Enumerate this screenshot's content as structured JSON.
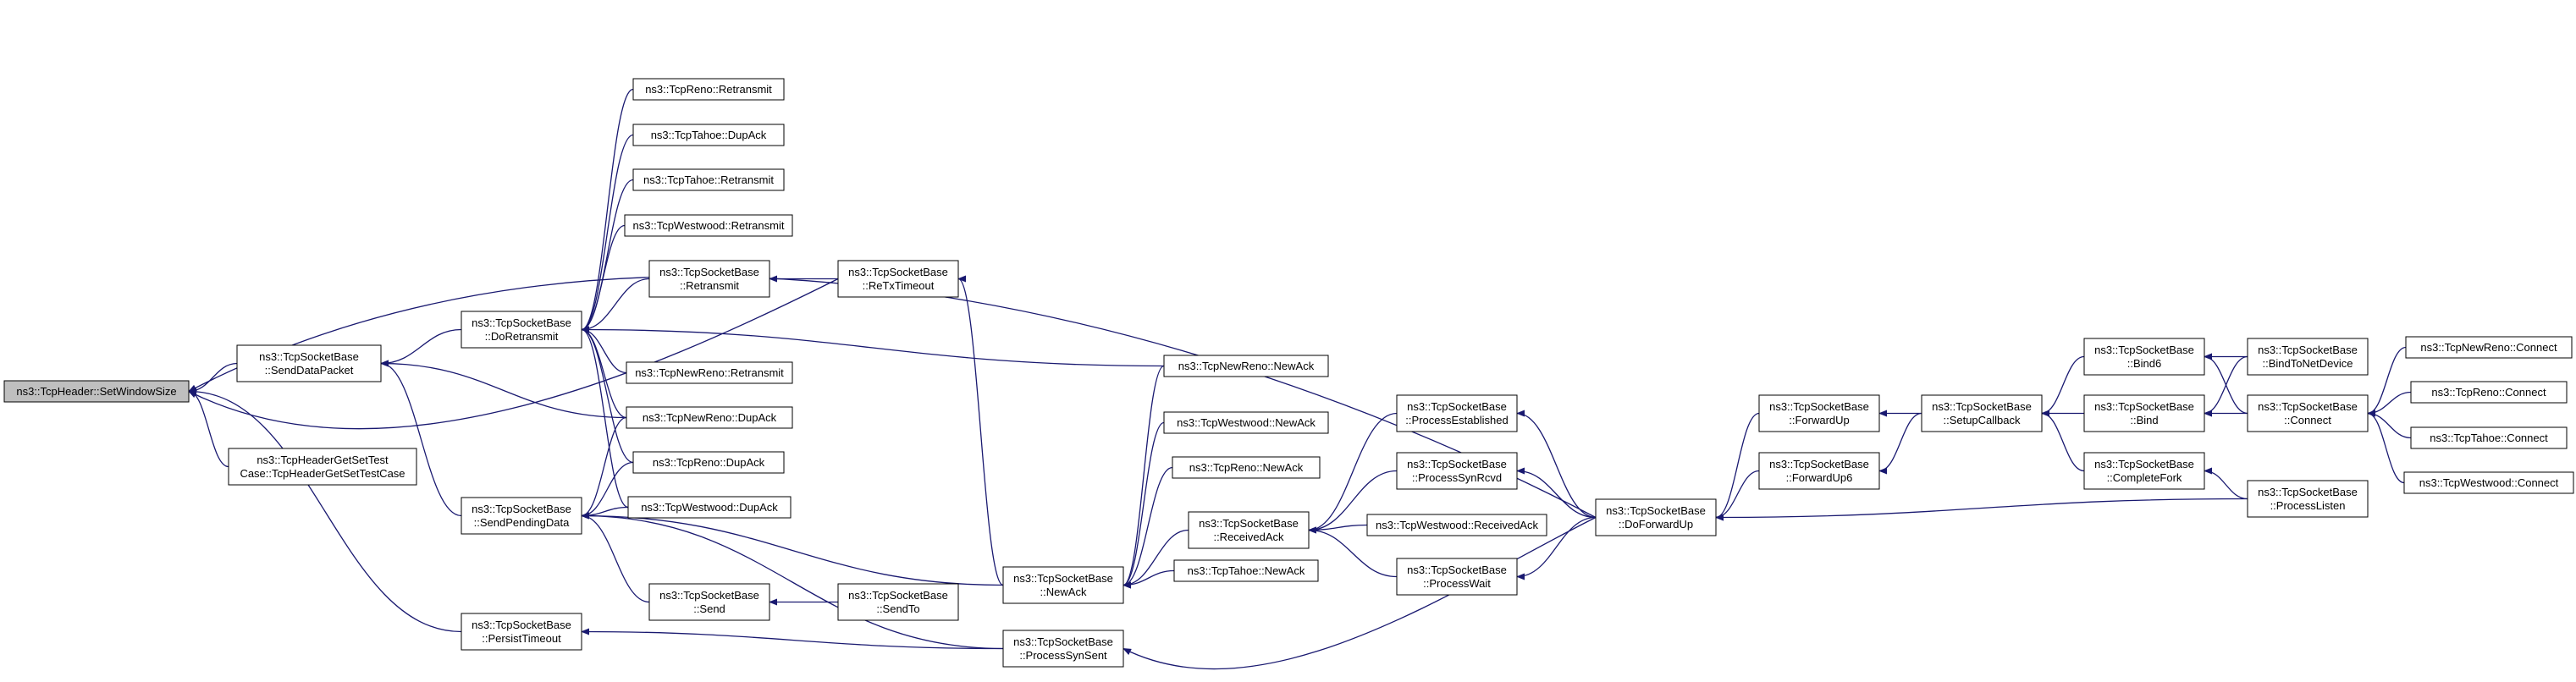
{
  "graph": {
    "edge_color": "#191970",
    "root_fill": "#bfbfbf",
    "nodes": [
      {
        "id": "setwindowsize",
        "lines": [
          "ns3::TcpHeader::SetWindowSize"
        ],
        "root": true
      },
      {
        "id": "senddatapacket",
        "lines": [
          "ns3::TcpSocketBase",
          "::SendDataPacket"
        ]
      },
      {
        "id": "headergetset",
        "lines": [
          "ns3::TcpHeaderGetSetTest",
          "Case::TcpHeaderGetSetTestCase"
        ]
      },
      {
        "id": "persisttimeout",
        "lines": [
          "ns3::TcpSocketBase",
          "::PersistTimeout"
        ]
      },
      {
        "id": "doretransmit",
        "lines": [
          "ns3::TcpSocketBase",
          "::DoRetransmit"
        ]
      },
      {
        "id": "sendpendingdata",
        "lines": [
          "ns3::TcpSocketBase",
          "::SendPendingData"
        ]
      },
      {
        "id": "reno_retransmit",
        "lines": [
          "ns3::TcpReno::Retransmit"
        ]
      },
      {
        "id": "tahoe_dupack",
        "lines": [
          "ns3::TcpTahoe::DupAck"
        ]
      },
      {
        "id": "tahoe_retransmit",
        "lines": [
          "ns3::TcpTahoe::Retransmit"
        ]
      },
      {
        "id": "westwood_retransmit",
        "lines": [
          "ns3::TcpWestwood::Retransmit"
        ]
      },
      {
        "id": "base_retransmit",
        "lines": [
          "ns3::TcpSocketBase",
          "::Retransmit"
        ]
      },
      {
        "id": "newreno_retransmit",
        "lines": [
          "ns3::TcpNewReno::Retransmit"
        ]
      },
      {
        "id": "newreno_dupack",
        "lines": [
          "ns3::TcpNewReno::DupAck"
        ]
      },
      {
        "id": "reno_dupack",
        "lines": [
          "ns3::TcpReno::DupAck"
        ]
      },
      {
        "id": "westwood_dupack",
        "lines": [
          "ns3::TcpWestwood::DupAck"
        ]
      },
      {
        "id": "send",
        "lines": [
          "ns3::TcpSocketBase",
          "::Send"
        ]
      },
      {
        "id": "retxtimeout",
        "lines": [
          "ns3::TcpSocketBase",
          "::ReTxTimeout"
        ]
      },
      {
        "id": "newack",
        "lines": [
          "ns3::TcpSocketBase",
          "::NewAck"
        ]
      },
      {
        "id": "sendto",
        "lines": [
          "ns3::TcpSocketBase",
          "::SendTo"
        ]
      },
      {
        "id": "processsynsent",
        "lines": [
          "ns3::TcpSocketBase",
          "::ProcessSynSent"
        ]
      },
      {
        "id": "newreno_newack",
        "lines": [
          "ns3::TcpNewReno::NewAck"
        ]
      },
      {
        "id": "westwood_newack",
        "lines": [
          "ns3::TcpWestwood::NewAck"
        ]
      },
      {
        "id": "reno_newack",
        "lines": [
          "ns3::TcpReno::NewAck"
        ]
      },
      {
        "id": "receivedack",
        "lines": [
          "ns3::TcpSocketBase",
          "::ReceivedAck"
        ]
      },
      {
        "id": "tahoe_newack",
        "lines": [
          "ns3::TcpTahoe::NewAck"
        ]
      },
      {
        "id": "processestablished",
        "lines": [
          "ns3::TcpSocketBase",
          "::ProcessEstablished"
        ]
      },
      {
        "id": "processsynrcvd",
        "lines": [
          "ns3::TcpSocketBase",
          "::ProcessSynRcvd"
        ]
      },
      {
        "id": "westwood_receivedack",
        "lines": [
          "ns3::TcpWestwood::ReceivedAck"
        ]
      },
      {
        "id": "processwait",
        "lines": [
          "ns3::TcpSocketBase",
          "::ProcessWait"
        ]
      },
      {
        "id": "doforwardup",
        "lines": [
          "ns3::TcpSocketBase",
          "::DoForwardUp"
        ]
      },
      {
        "id": "forwardup",
        "lines": [
          "ns3::TcpSocketBase",
          "::ForwardUp"
        ]
      },
      {
        "id": "forwardup6",
        "lines": [
          "ns3::TcpSocketBase",
          "::ForwardUp6"
        ]
      },
      {
        "id": "setupcallback",
        "lines": [
          "ns3::TcpSocketBase",
          "::SetupCallback"
        ]
      },
      {
        "id": "bind6",
        "lines": [
          "ns3::TcpSocketBase",
          "::Bind6"
        ]
      },
      {
        "id": "bind",
        "lines": [
          "ns3::TcpSocketBase",
          "::Bind"
        ]
      },
      {
        "id": "completefork",
        "lines": [
          "ns3::TcpSocketBase",
          "::CompleteFork"
        ]
      },
      {
        "id": "bindtonetdevice",
        "lines": [
          "ns3::TcpSocketBase",
          "::BindToNetDevice"
        ]
      },
      {
        "id": "connect",
        "lines": [
          "ns3::TcpSocketBase",
          "::Connect"
        ]
      },
      {
        "id": "processlisten",
        "lines": [
          "ns3::TcpSocketBase",
          "::ProcessListen"
        ]
      },
      {
        "id": "newreno_connect",
        "lines": [
          "ns3::TcpNewReno::Connect"
        ]
      },
      {
        "id": "reno_connect",
        "lines": [
          "ns3::TcpReno::Connect"
        ]
      },
      {
        "id": "tahoe_connect",
        "lines": [
          "ns3::TcpTahoe::Connect"
        ]
      },
      {
        "id": "westwood_connect",
        "lines": [
          "ns3::TcpWestwood::Connect"
        ]
      }
    ],
    "edges": [
      [
        "senddatapacket",
        "setwindowsize"
      ],
      [
        "headergetset",
        "setwindowsize"
      ],
      [
        "persisttimeout",
        "setwindowsize"
      ],
      [
        "retxtimeout",
        "setwindowsize"
      ],
      [
        "doforwardup",
        "setwindowsize"
      ],
      [
        "doretransmit",
        "senddatapacket"
      ],
      [
        "sendpendingdata",
        "senddatapacket"
      ],
      [
        "newreno_dupack",
        "senddatapacket"
      ],
      [
        "reno_retransmit",
        "doretransmit"
      ],
      [
        "tahoe_dupack",
        "doretransmit"
      ],
      [
        "tahoe_retransmit",
        "doretransmit"
      ],
      [
        "westwood_retransmit",
        "doretransmit"
      ],
      [
        "base_retransmit",
        "doretransmit"
      ],
      [
        "newreno_retransmit",
        "doretransmit"
      ],
      [
        "newreno_dupack",
        "doretransmit"
      ],
      [
        "reno_dupack",
        "doretransmit"
      ],
      [
        "westwood_dupack",
        "doretransmit"
      ],
      [
        "newreno_newack",
        "doretransmit"
      ],
      [
        "newreno_dupack",
        "sendpendingdata"
      ],
      [
        "reno_dupack",
        "sendpendingdata"
      ],
      [
        "westwood_dupack",
        "sendpendingdata"
      ],
      [
        "send",
        "sendpendingdata"
      ],
      [
        "newack",
        "sendpendingdata"
      ],
      [
        "processsynsent",
        "sendpendingdata"
      ],
      [
        "retxtimeout",
        "base_retransmit"
      ],
      [
        "newack",
        "retxtimeout"
      ],
      [
        "sendto",
        "send"
      ],
      [
        "newreno_newack",
        "newack"
      ],
      [
        "westwood_newack",
        "newack"
      ],
      [
        "reno_newack",
        "newack"
      ],
      [
        "receivedack",
        "newack"
      ],
      [
        "tahoe_newack",
        "newack"
      ],
      [
        "processsynsent",
        "persisttimeout"
      ],
      [
        "processestablished",
        "receivedack"
      ],
      [
        "processsynrcvd",
        "receivedack"
      ],
      [
        "westwood_receivedack",
        "receivedack"
      ],
      [
        "processwait",
        "receivedack"
      ],
      [
        "doforwardup",
        "processestablished"
      ],
      [
        "doforwardup",
        "processsynrcvd"
      ],
      [
        "doforwardup",
        "processwait"
      ],
      [
        "doforwardup",
        "processsynsent"
      ],
      [
        "forwardup",
        "doforwardup"
      ],
      [
        "forwardup6",
        "doforwardup"
      ],
      [
        "processlisten",
        "doforwardup"
      ],
      [
        "setupcallback",
        "forwardup"
      ],
      [
        "setupcallback",
        "forwardup6"
      ],
      [
        "bind6",
        "setupcallback"
      ],
      [
        "bind",
        "setupcallback"
      ],
      [
        "completefork",
        "setupcallback"
      ],
      [
        "bindtonetdevice",
        "bind6"
      ],
      [
        "connect",
        "bind6"
      ],
      [
        "bindtonetdevice",
        "bind"
      ],
      [
        "connect",
        "bind"
      ],
      [
        "processlisten",
        "completefork"
      ],
      [
        "newreno_connect",
        "connect"
      ],
      [
        "reno_connect",
        "connect"
      ],
      [
        "tahoe_connect",
        "connect"
      ],
      [
        "westwood_connect",
        "connect"
      ]
    ]
  }
}
